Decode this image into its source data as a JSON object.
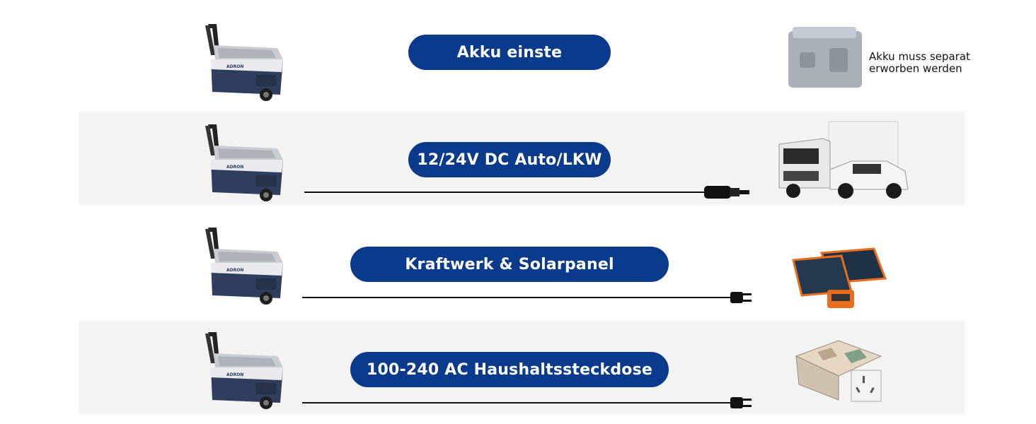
{
  "rows": [
    {
      "label": "Akku einste",
      "device": "battery-pack",
      "note_lines": [
        "Akku muss separat",
        "erworben werden"
      ]
    },
    {
      "label": "12/24V DC Auto/LKW",
      "device": "truck-and-pickup",
      "plug": "car-plug-icon"
    },
    {
      "label": "Kraftwerk & Solarpanel",
      "device": "solar-panels-and-power-station",
      "plug": "ac-plug-icon"
    },
    {
      "label": "100-240 AC Haushaltssteckdose",
      "device": "house-and-wall-outlet",
      "plug": "ac-plug-icon"
    }
  ],
  "colors": {
    "pill": "#0a3a8c",
    "band": "#f3f3f3",
    "fridge_body": "#2f3e5c",
    "fridge_lid": "#c9ccd2"
  }
}
